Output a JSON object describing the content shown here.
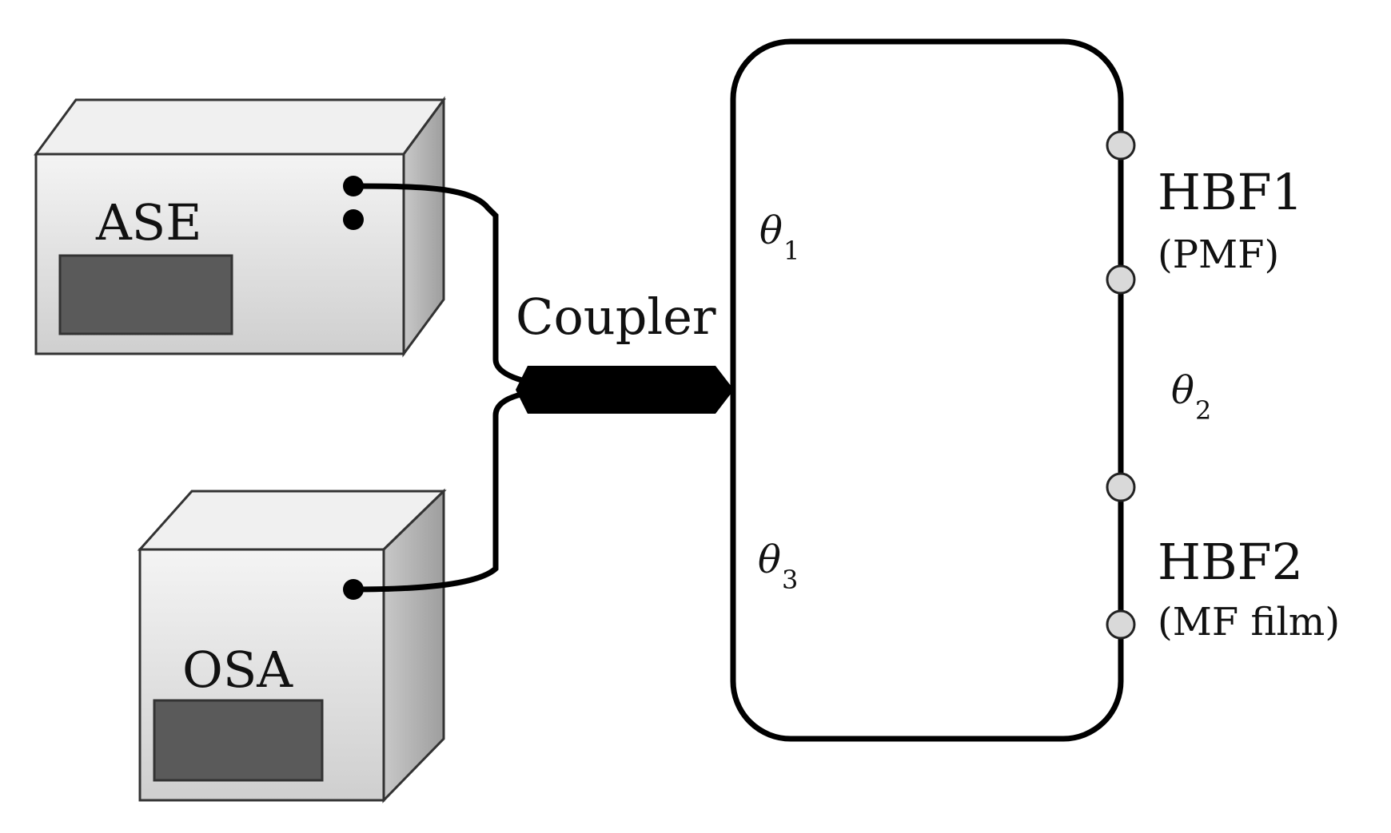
{
  "devices": {
    "ase": {
      "label": "ASE"
    },
    "osa": {
      "label": "OSA"
    }
  },
  "coupler": {
    "label": "Coupler"
  },
  "loop": {
    "theta1": {
      "symbol": "θ",
      "sub": "1"
    },
    "theta2": {
      "symbol": "θ",
      "sub": "2"
    },
    "theta3": {
      "symbol": "θ",
      "sub": "3"
    }
  },
  "hbf1": {
    "name": "HBF1",
    "type": "(PMF)"
  },
  "hbf2": {
    "name": "HBF2",
    "type": "(MF film)"
  },
  "colors": {
    "box_front": "#e2e2e2",
    "box_top": "#f0f0f0",
    "box_side": "#b8b8b8",
    "screen": "#5a5a5a",
    "fiber": "#000000",
    "splice": "#d9d9d9"
  }
}
